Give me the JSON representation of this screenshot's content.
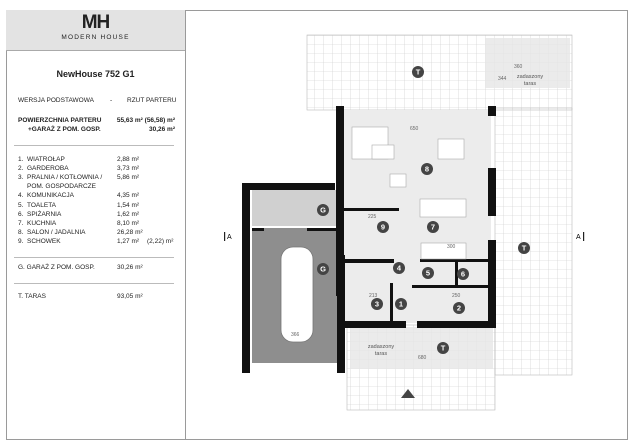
{
  "header": {
    "logo": "MH",
    "brand": "MODERN HOUSE"
  },
  "project": {
    "title": "NewHouse 752 G1"
  },
  "version": {
    "left": "WERSJA PODSTAWOWA",
    "sep": "-",
    "right": "RZUT PARTERU"
  },
  "area": {
    "ground_label": "POWIERZCHNIA PARTERU",
    "ground_value": "55,63 m² (56,58) m²",
    "garage_label": "+GARAŻ Z POM. GOSP.",
    "garage_value": "30,26 m²"
  },
  "rooms": [
    {
      "no": "1.",
      "name": "WIATROŁAP",
      "area": "2,88 m²",
      "extra": ""
    },
    {
      "no": "2.",
      "name": "GARDEROBA",
      "area": "3,73 m²",
      "extra": ""
    },
    {
      "no": "3.",
      "name": "PRALNIA / KOTŁOWNIA /",
      "area": "5,86 m²",
      "extra": ""
    },
    {
      "no": "",
      "name": "POM. GOSPODARCZE",
      "area": "",
      "extra": ""
    },
    {
      "no": "4.",
      "name": "KOMUNIKACJA",
      "area": "4,35 m²",
      "extra": ""
    },
    {
      "no": "5.",
      "name": "TOALETA",
      "area": "1,54 m²",
      "extra": ""
    },
    {
      "no": "6.",
      "name": "SPIŻARNIA",
      "area": "1,62 m²",
      "extra": ""
    },
    {
      "no": "7.",
      "name": "KUCHNIA",
      "area": "8,10 m²",
      "extra": ""
    },
    {
      "no": "8.",
      "name": "SALON / JADALNIA",
      "area": "26,28 m²",
      "extra": ""
    },
    {
      "no": "9.",
      "name": "SCHOWEK",
      "area": "1,27 m²",
      "extra": "(2,22) m²"
    }
  ],
  "garage": {
    "name": "G.  GARAŻ Z POM. GOSP.",
    "area": "30,26 m²"
  },
  "terrace": {
    "name": "T.  TARAS",
    "area": "93,05 m²"
  },
  "plan": {
    "section_left": "A",
    "section_right": "A",
    "covered_terrace": [
      "zadaszony",
      "taras"
    ],
    "markers": [
      "T",
      "T",
      "T",
      "G",
      "G",
      "8",
      "7",
      "9",
      "4",
      "5",
      "6",
      "3",
      "1",
      "2"
    ],
    "dims": [
      "650",
      "225",
      "300",
      "213",
      "250",
      "680",
      "366",
      "360",
      "344"
    ]
  },
  "colors": {
    "header_bg": "#e3e3e3",
    "garage_fill": "#8e8e8e",
    "wall": "#111111",
    "marker": "#444444"
  }
}
